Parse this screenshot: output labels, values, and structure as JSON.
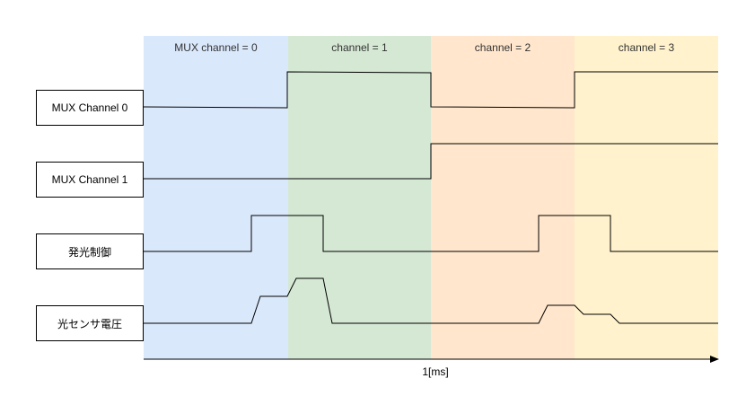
{
  "regions": [
    {
      "label": "MUX channel = 0",
      "color": "#dae8fc"
    },
    {
      "label": "channel = 1",
      "color": "#d5e8d4"
    },
    {
      "label": "channel = 2",
      "color": "#ffe6cc"
    },
    {
      "label": "channel = 3",
      "color": "#fff2cc"
    }
  ],
  "signals": [
    {
      "label": "MUX Channel 0"
    },
    {
      "label": "MUX Channel 1"
    },
    {
      "label": "発光制御"
    },
    {
      "label": "光センサ電圧"
    }
  ],
  "axis": {
    "label": "1[ms]"
  },
  "colors": {
    "line": "#000000"
  }
}
